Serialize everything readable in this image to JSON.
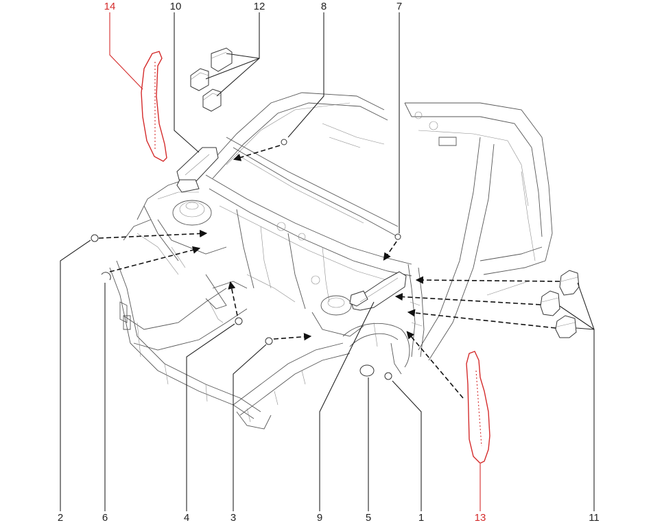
{
  "colors": {
    "callout": "#222222",
    "highlight": "#d42a2a",
    "line": "#555555"
  },
  "callouts": [
    {
      "id": "c14",
      "label": "14",
      "highlight": true
    },
    {
      "id": "c10",
      "label": "10",
      "highlight": false
    },
    {
      "id": "c12",
      "label": "12",
      "highlight": false
    },
    {
      "id": "c8",
      "label": "8",
      "highlight": false
    },
    {
      "id": "c7",
      "label": "7",
      "highlight": false
    },
    {
      "id": "c2",
      "label": "2",
      "highlight": false
    },
    {
      "id": "c6",
      "label": "6",
      "highlight": false
    },
    {
      "id": "c4",
      "label": "4",
      "highlight": false
    },
    {
      "id": "c3",
      "label": "3",
      "highlight": false
    },
    {
      "id": "c9",
      "label": "9",
      "highlight": false
    },
    {
      "id": "c5",
      "label": "5",
      "highlight": false
    },
    {
      "id": "c1",
      "label": "1",
      "highlight": false
    },
    {
      "id": "c13",
      "label": "13",
      "highlight": true
    },
    {
      "id": "c11",
      "label": "11",
      "highlight": false
    }
  ]
}
